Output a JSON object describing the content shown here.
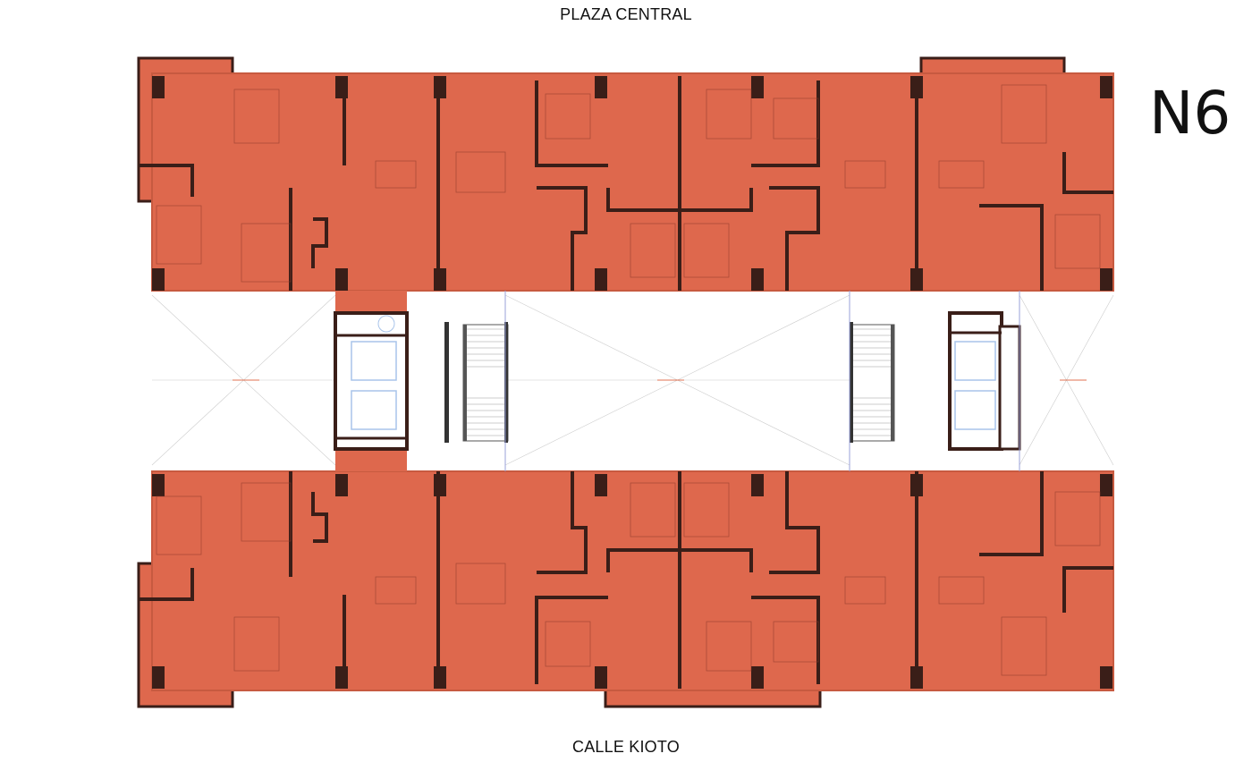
{
  "plan": {
    "north_label": "PLAZA CENTRAL",
    "south_label": "CALLE KIOTO",
    "level": "N6"
  },
  "colors": {
    "unit_fill": "#DE684D",
    "wall": "#3A1E18",
    "core_glass": "#A9C4EA"
  }
}
